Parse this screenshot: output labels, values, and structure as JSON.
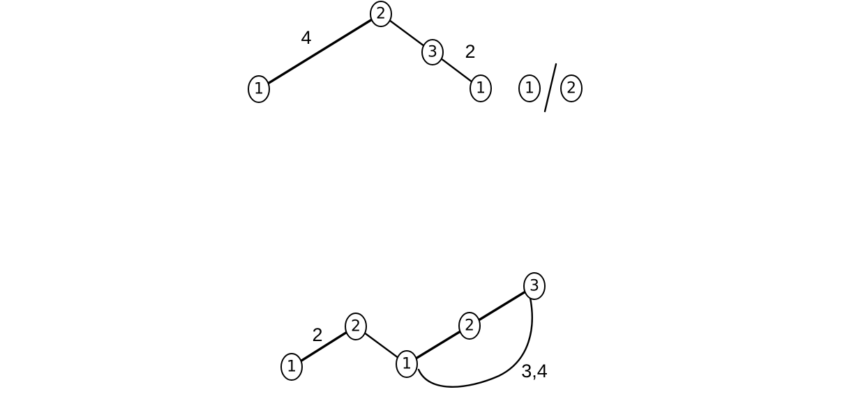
{
  "top_graph": {
    "nodes": [
      "1",
      "2",
      "3",
      "1"
    ],
    "edge_labels": [
      "4",
      "2"
    ],
    "fraction": {
      "numerator": "1",
      "denominator": "2"
    }
  },
  "bottom_graph": {
    "nodes": [
      "1",
      "2",
      "1",
      "2",
      "3"
    ],
    "edge_labels": [
      "2",
      "3,4"
    ]
  }
}
